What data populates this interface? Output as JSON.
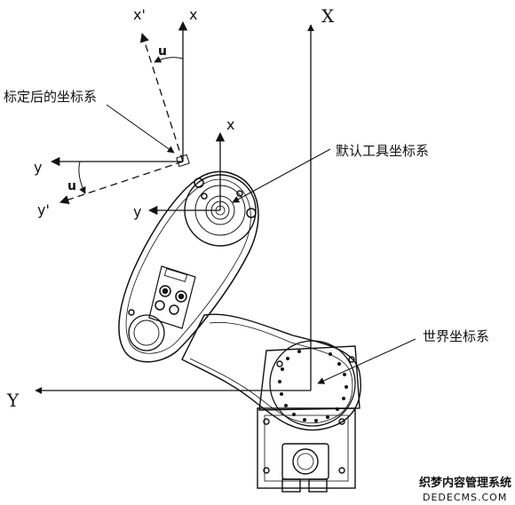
{
  "labels": {
    "calibrated_frame": "标定后的坐标系",
    "default_tool_frame": "默认工具坐标系",
    "world_frame": "世界坐标系"
  },
  "axes": {
    "world_x": "X",
    "world_y": "Y",
    "tool_x": "x",
    "tool_y": "y",
    "calib_x": "x",
    "calib_y": "y",
    "calib_x_prime": "x'",
    "calib_y_prime": "y'",
    "angle_u_top": "u",
    "angle_u_left": "u"
  },
  "watermark": {
    "line1": "织梦内容管理系统",
    "line2": "DEDECMS.COM"
  },
  "colors": {
    "ink": "#111111",
    "background": "#ffffff"
  }
}
